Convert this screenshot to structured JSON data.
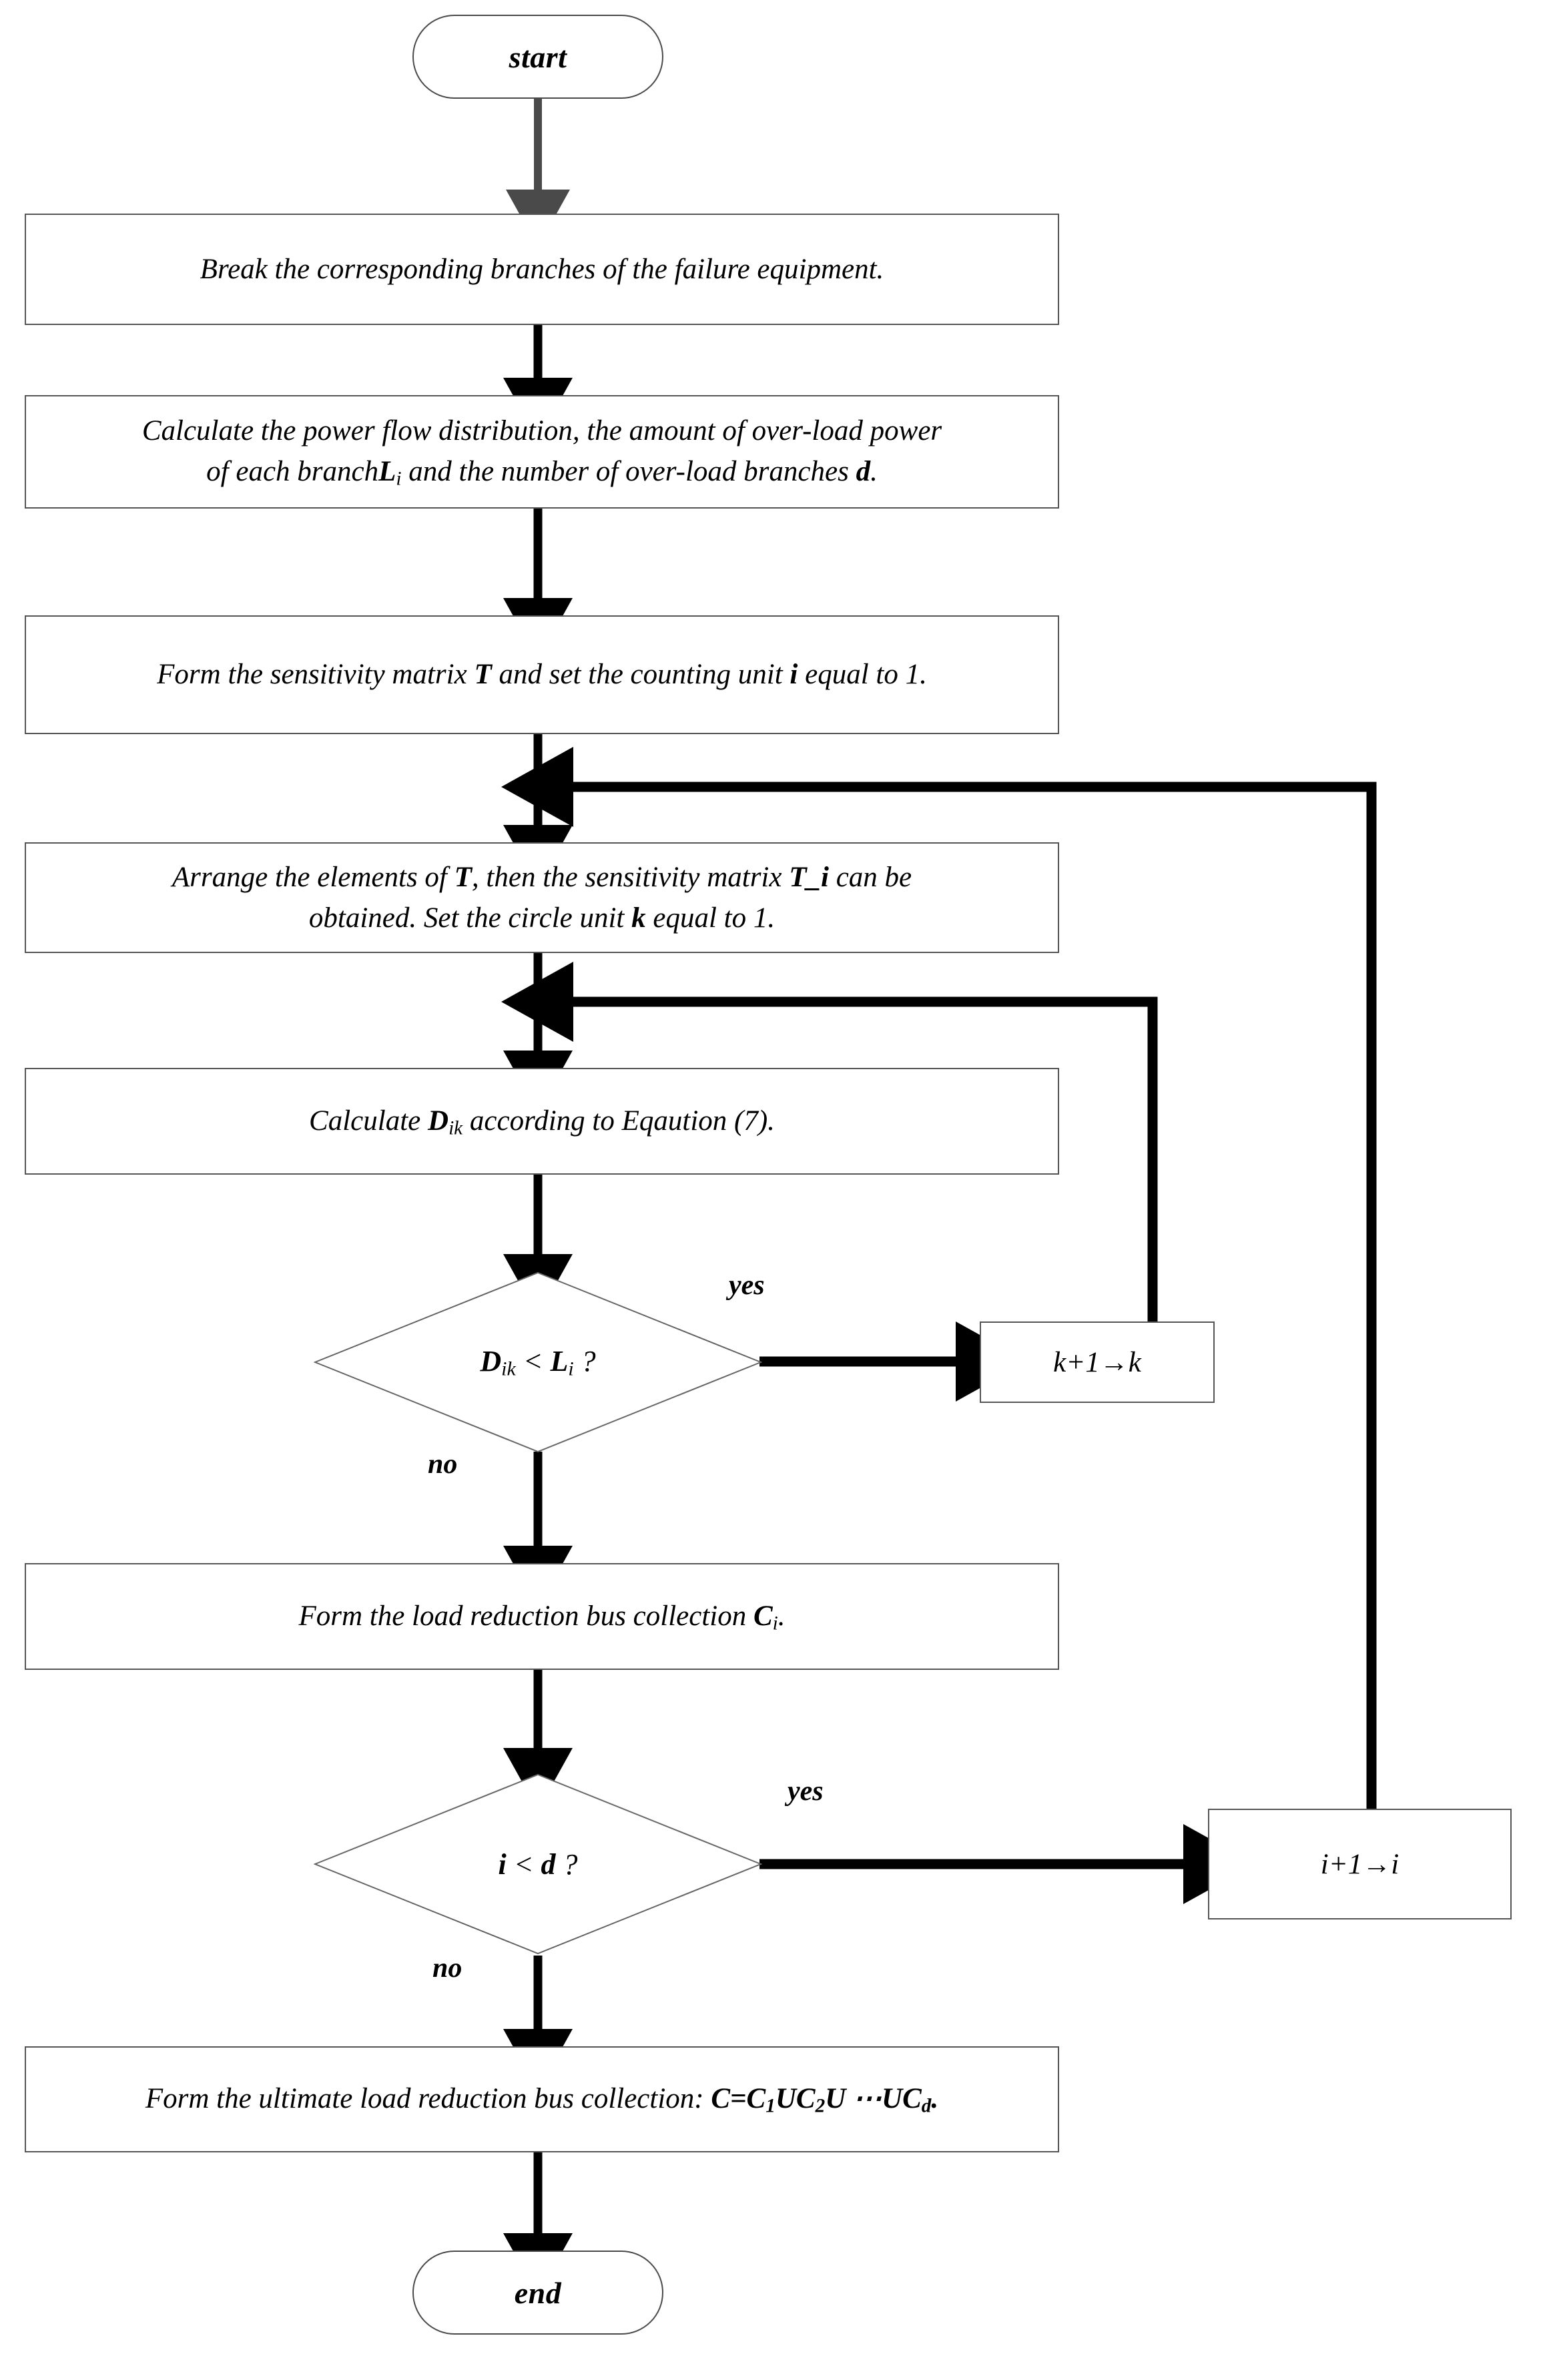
{
  "diagram": {
    "title": "Load reduction bus collection flowchart",
    "type": "flowchart",
    "colors": {
      "background": "#ffffff",
      "node_border": "#555555",
      "terminal_border": "#4a4a4a",
      "connector": "#000000",
      "first_connector": "#4a4a4a",
      "text": "#000000"
    }
  },
  "nodes": {
    "start": {
      "label": "start",
      "shape": "terminal"
    },
    "break_branches": {
      "label": "Break the corresponding branches of the failure equipment.",
      "shape": "process"
    },
    "calc_power_flow": {
      "line1": "Calculate the power flow distribution, the amount of over-load power",
      "line2_a": "of each branch",
      "line2_b": "L",
      "line2_sub": "i",
      "line2_c": " and the number of over-load branches ",
      "line2_d": "d",
      "line2_e": ".",
      "shape": "process"
    },
    "form_sensitivity": {
      "text_a": "Form the sensitivity matrix ",
      "text_b": "T",
      "text_c": " and set the counting unit ",
      "text_d": "i",
      "text_e": " equal to 1.",
      "shape": "process"
    },
    "arrange_elements": {
      "l1_a": "Arrange the elements of ",
      "l1_b": "T",
      "l1_c": ", then the sensitivity matrix ",
      "l1_d": "T_i",
      "l1_e": " can be",
      "l2_a": "obtained. Set the circle unit ",
      "l2_b": "k",
      "l2_c": " equal to 1.",
      "shape": "process"
    },
    "calc_dik": {
      "text_a": "Calculate ",
      "text_b": "D",
      "text_sub": "ik",
      "text_c": " according to Eqaution (7).",
      "shape": "process"
    },
    "decide_dik": {
      "a": "D",
      "a_sub": "ik",
      "b": " < ",
      "c": "L",
      "c_sub": "i",
      "d": " ?",
      "shape": "decision"
    },
    "k_increment": {
      "label": "k+1→k",
      "shape": "process"
    },
    "form_ci": {
      "text_a": "Form the load reduction bus collection ",
      "text_b": "C",
      "text_sub": "i",
      "text_c": ".",
      "shape": "process"
    },
    "decide_id": {
      "a": "i",
      "b": " < ",
      "c": "d",
      "d": " ?",
      "shape": "decision"
    },
    "i_increment": {
      "label": "i+1→i",
      "shape": "process"
    },
    "form_ultimate": {
      "text_a": "Form the ultimate load reduction bus collection: ",
      "text_b": "C=C",
      "sub1": "1",
      "text_c": "UC",
      "sub2": "2",
      "text_d": "U ⋯UC",
      "sub3": "d",
      "text_e": ".",
      "shape": "process"
    },
    "end": {
      "label": "end",
      "shape": "terminal"
    }
  },
  "edge_labels": {
    "yes_dik": "yes",
    "no_dik": "no",
    "yes_id": "yes",
    "no_id": "no"
  },
  "flow": {
    "sequence": [
      "start",
      "break_branches",
      "calc_power_flow",
      "form_sensitivity",
      "arrange_elements",
      "calc_dik",
      "decide_dik",
      "form_ci",
      "decide_id",
      "form_ultimate",
      "end"
    ],
    "branches": [
      {
        "from": "decide_dik",
        "label": "yes",
        "to": "k_increment"
      },
      {
        "from": "k_increment",
        "label": "",
        "to": "arrange_elements"
      },
      {
        "from": "decide_dik",
        "label": "no",
        "to": "form_ci"
      },
      {
        "from": "decide_id",
        "label": "yes",
        "to": "i_increment"
      },
      {
        "from": "i_increment",
        "label": "",
        "to": "arrange_elements"
      },
      {
        "from": "decide_id",
        "label": "no",
        "to": "form_ultimate"
      }
    ]
  }
}
